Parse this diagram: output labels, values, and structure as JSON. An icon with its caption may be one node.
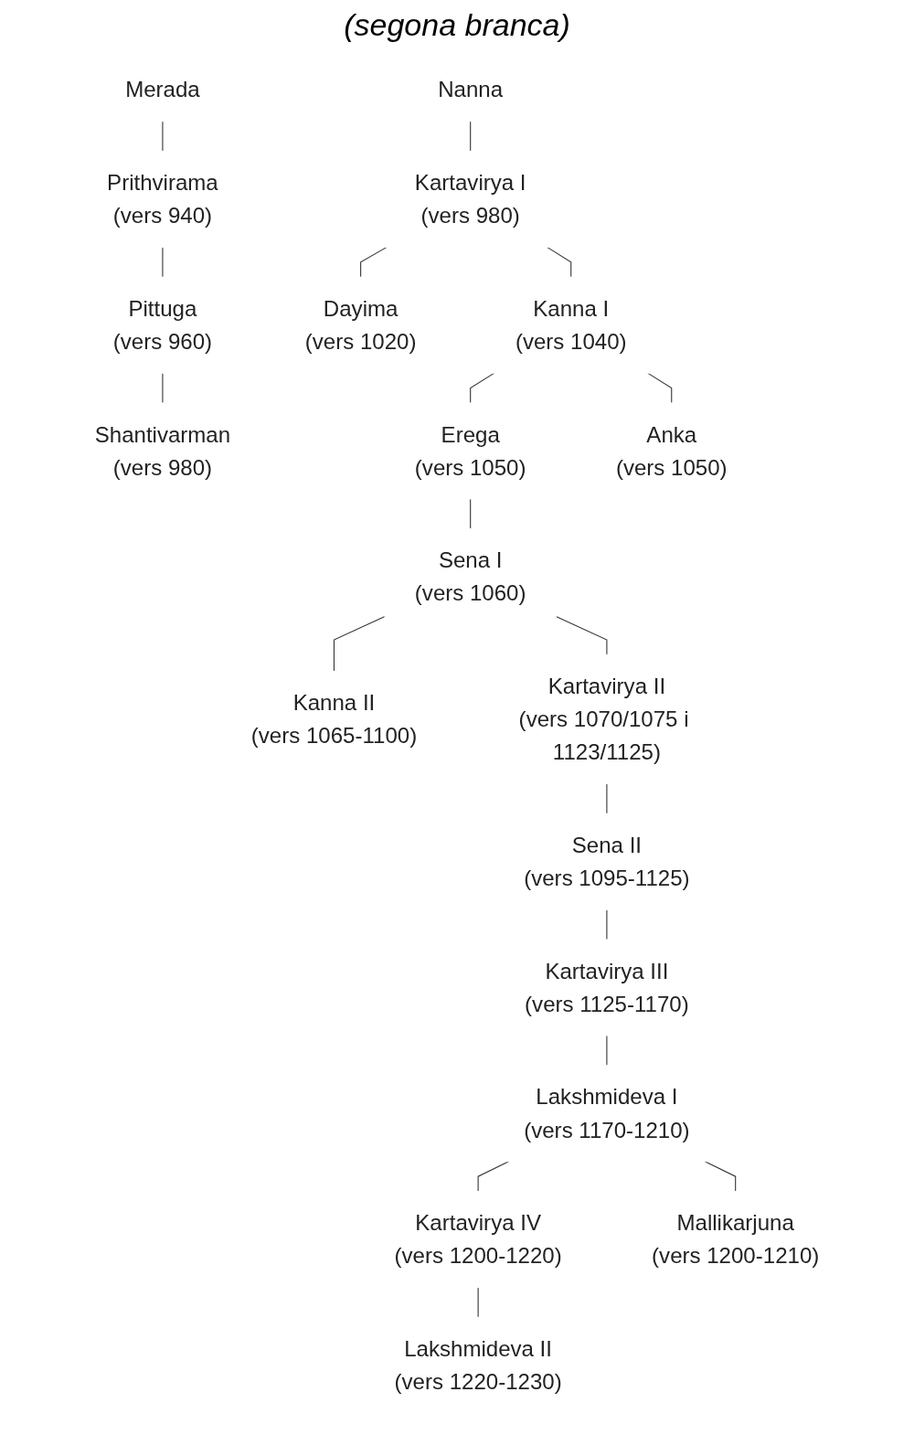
{
  "diagram": {
    "nodes": [
      {
        "text": [
          "Merada"
        ]
      },
      {
        "text": [
          "Prithvirama",
          "(vers 940)"
        ]
      },
      {
        "text": [
          "Pittuga",
          "(vers 960)"
        ]
      },
      {
        "text": [
          "Shantivarman",
          "(vers 980)"
        ]
      },
      {
        "text": [
          "Nanna"
        ]
      },
      {
        "text": [
          "Kartavirya I",
          "(vers 980)"
        ]
      },
      {
        "text": [
          "Dayima",
          "(vers 1020)"
        ]
      },
      {
        "text": [
          "Kanna I",
          "(vers 1040)"
        ]
      },
      {
        "text": [
          "Erega",
          "(vers 1050)"
        ]
      },
      {
        "text": [
          "Anka",
          "(vers 1050)"
        ]
      },
      {
        "text": [
          "Sena I",
          "(vers 1060)"
        ]
      },
      {
        "text": [
          "Kanna II",
          "(vers 1065-1100)"
        ]
      },
      {
        "text": [
          "Kartavirya II",
          "(vers 1070/1075 i 1123/1125)"
        ]
      },
      {
        "text": [
          "Sena II",
          "(vers 1095-1125)"
        ]
      },
      {
        "text": [
          "Kartavirya III",
          "(vers 1125-1170)"
        ]
      },
      {
        "text": [
          "Lakshmideva I",
          "(vers 1170-1210)"
        ]
      },
      {
        "text": [
          "Kartavirya IV",
          "(vers 1200-1220)"
        ]
      },
      {
        "text": [
          "Mallikarjuna",
          "(vers 1200-1210)"
        ]
      },
      {
        "text": [
          "Lakshmideva II",
          "(vers 1220-1230)"
        ]
      }
    ],
    "edges": [
      {
        "from": 0,
        "to": 1,
        "arrow": "none"
      },
      {
        "from": 1,
        "to": 2,
        "arrow": "none"
      },
      {
        "from": 2,
        "to": 3,
        "arrow": "none"
      },
      {
        "from": 4,
        "to": 5,
        "arrow": "none"
      },
      {
        "from": 5,
        "to": 6,
        "arrow": "none"
      },
      {
        "from": 5,
        "to": 7,
        "arrow": "none"
      },
      {
        "from": 7,
        "to": 8,
        "arrow": "none"
      },
      {
        "from": 7,
        "to": 9,
        "arrow": "none"
      },
      {
        "from": 8,
        "to": 10,
        "arrow": "none"
      },
      {
        "from": 10,
        "to": 11,
        "arrow": "none"
      },
      {
        "from": 10,
        "to": 12,
        "arrow": "none"
      },
      {
        "from": 12,
        "to": 13,
        "arrow": "none"
      },
      {
        "from": 13,
        "to": 14,
        "arrow": "none"
      },
      {
        "from": 14,
        "to": 15,
        "arrow": "none"
      },
      {
        "from": 15,
        "to": 16,
        "arrow": "none"
      },
      {
        "from": 15,
        "to": 17,
        "arrow": "none"
      },
      {
        "from": 16,
        "to": 18,
        "arrow": "none"
      }
    ],
    "labels": [
      "(segona branca)"
    ]
  }
}
